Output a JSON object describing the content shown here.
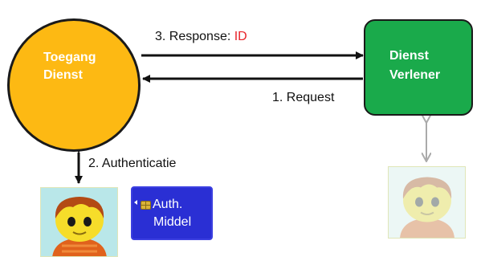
{
  "nodes": {
    "access_service": {
      "line1": "Toegang",
      "line2": "Dienst",
      "color": "#fdb913"
    },
    "service_provider": {
      "line1": "Dienst",
      "line2": "Verlener",
      "color": "#1aaa4b"
    }
  },
  "arrows": {
    "response": {
      "prefix": "3. Response: ",
      "highlight": "ID",
      "highlight_color": "#e8242a"
    },
    "request": {
      "label": "1. Request"
    },
    "authentication": {
      "label": "2. Authenticatie"
    }
  },
  "auth_card": {
    "line1": "Auth.",
    "line2": "Middel",
    "color": "#2a2fd4",
    "icon": "chip-icon"
  },
  "users": {
    "active_user": {
      "icon": "user-avatar-icon"
    },
    "faded_user": {
      "icon": "user-avatar-icon"
    }
  }
}
